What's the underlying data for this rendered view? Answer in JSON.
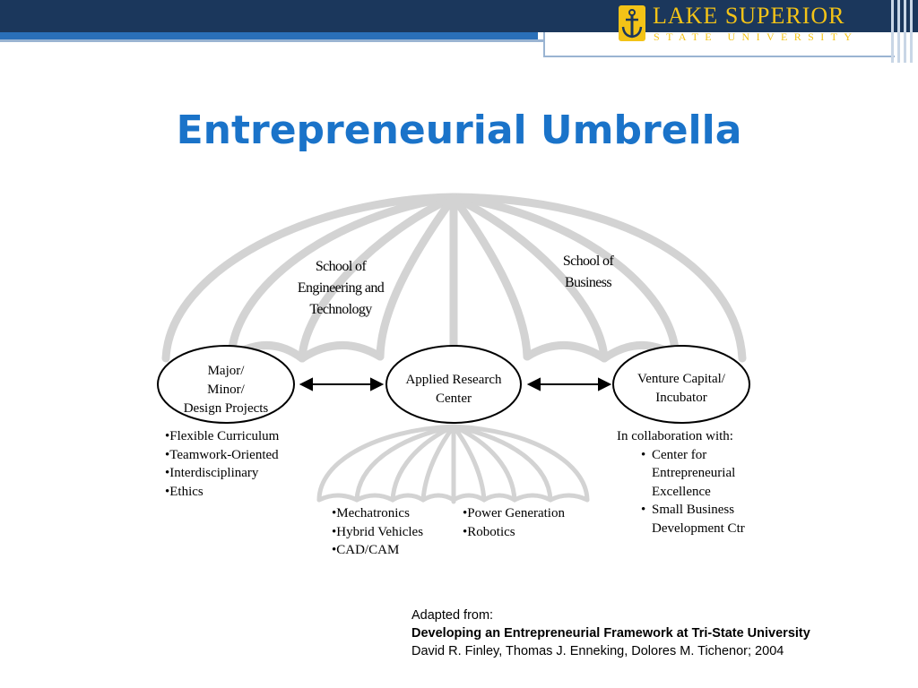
{
  "header": {
    "logo_line1": "LAKE SUPERIOR",
    "logo_line2": "STATE UNIVERSITY",
    "logo_icon": "anchor-icon"
  },
  "title": "Entrepreneurial Umbrella",
  "diagram": {
    "school_engineering": [
      "School of",
      "Engineering and",
      "Technology"
    ],
    "school_business": [
      "School of",
      "Business"
    ],
    "node_left": [
      "Major/",
      "Minor/",
      "Design Projects"
    ],
    "node_center": [
      "Applied Research",
      "Center"
    ],
    "node_right": [
      "Venture Capital/",
      "Incubator"
    ],
    "left_list": [
      "Flexible Curriculum",
      "Teamwork-Oriented",
      "Interdisciplinary",
      "Ethics"
    ],
    "center_list_col1": [
      "Mechatronics",
      "Hybrid Vehicles",
      "CAD/CAM"
    ],
    "center_list_col2": [
      "Power Generation",
      "Robotics"
    ],
    "right_intro": "In collaboration with:",
    "right_items": [
      [
        "Center for",
        "Entrepreneurial",
        "Excellence"
      ],
      [
        "Small Business",
        "Development Ctr"
      ]
    ],
    "colors": {
      "umbrella": "#d3d3d3",
      "outline": "#000000"
    }
  },
  "citation": {
    "line1": "Adapted from:",
    "line2": "Developing an Entrepreneurial Framework at Tri-State University",
    "line3": "David R. Finley, Thomas J. Enneking, Dolores M. Tichenor; 2004"
  },
  "colors": {
    "header_dark": "#1b375c",
    "header_blue": "#2a6fb8",
    "title": "#1a73c9",
    "logo_gold": "#f3c317"
  }
}
